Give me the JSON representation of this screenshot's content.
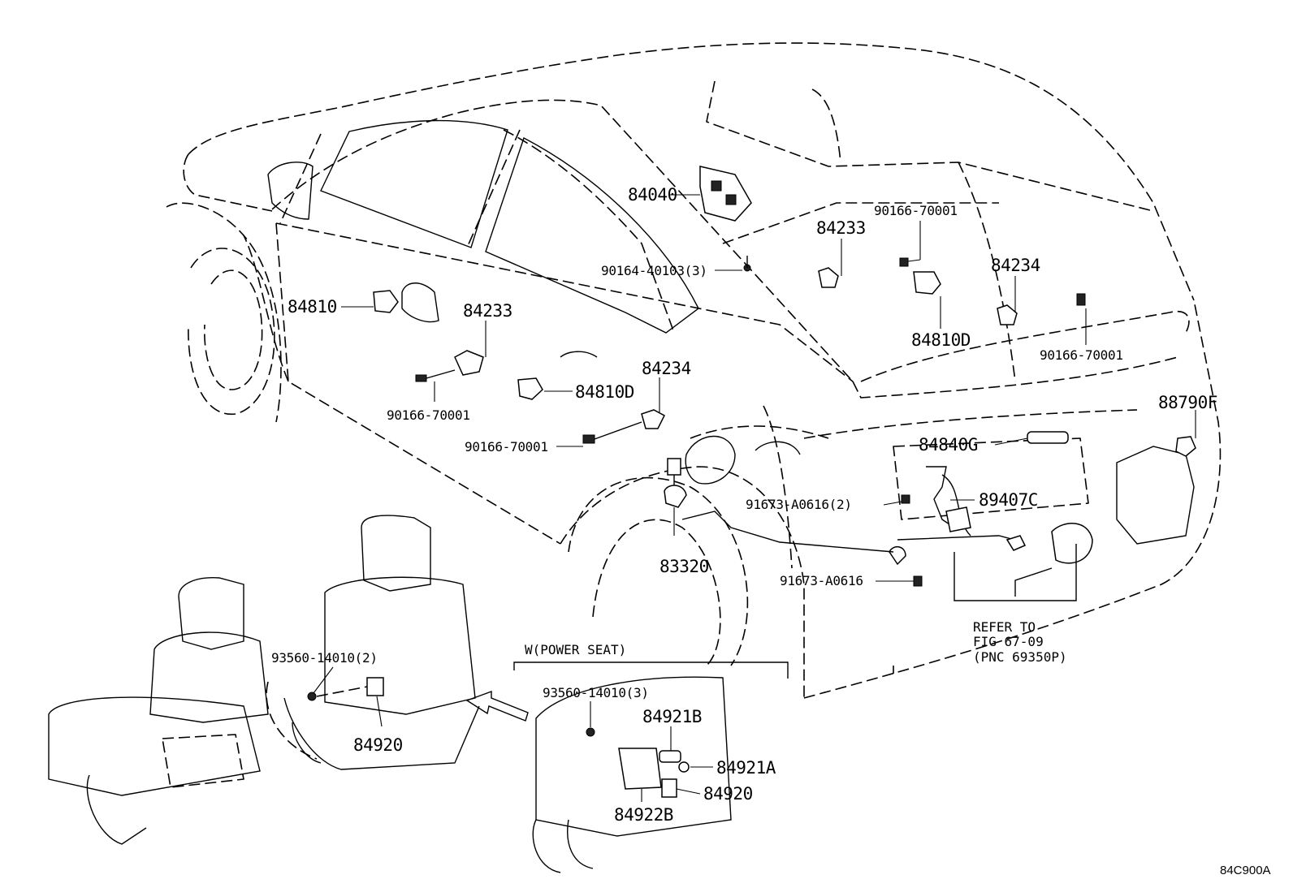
{
  "diagram_code": "84C900A",
  "labels": {
    "p84040": "84040",
    "p90166_70001_a": "90166-70001",
    "p84233_a": "84233",
    "p84234_a": "84234",
    "p90164_40103": "90164-40103(3)",
    "p84810": "84810",
    "p84233_b": "84233",
    "p84810D_a": "84810D",
    "p90166_70001_b": "90166-70001",
    "p84810D_b": "84810D",
    "p84234_b": "84234",
    "p90166_70001_c": "90166-70001",
    "p90166_70001_d": "90166-70001",
    "p88790F": "88790F",
    "p84840G": "84840G",
    "p91673_A0616_2": "91673-A0616(2)",
    "p89407C": "89407C",
    "p83320": "83320",
    "p91673_A0616": "91673-A0616",
    "p93560_14010_2": "93560-14010(2)",
    "p84920_a": "84920",
    "p93560_14010_3": "93560-14010(3)",
    "p84921B": "84921B",
    "p84921A": "84921A",
    "p84920_b": "84920",
    "p84922B": "84922B"
  },
  "power_seat_title": "W(POWER SEAT)",
  "refer_note": {
    "line1": "REFER TO",
    "line2": "FIG 67-09",
    "line3": "(PNC 69350P)"
  }
}
